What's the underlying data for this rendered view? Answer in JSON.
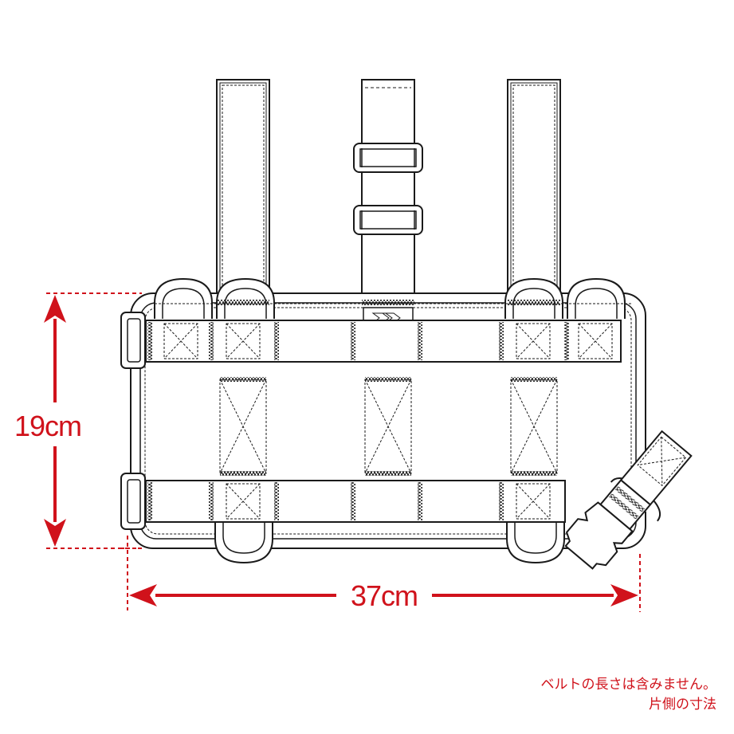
{
  "diagram": {
    "type": "product-dimension-drawing",
    "subject": "leg platform panel with straps, D-rings and side-release buckle",
    "colors": {
      "line": "#1a1a1a",
      "dimension": "#d0121b",
      "background": "#ffffff"
    },
    "dimensions": {
      "height": {
        "label": "19cm",
        "value": 19,
        "unit": "cm"
      },
      "width": {
        "label": "37cm",
        "value": 37,
        "unit": "cm"
      }
    },
    "notes": [
      "ベルトの長さは含みません。",
      "片側の寸法"
    ],
    "components": {
      "top_straps": 3,
      "slider_buckles_on_center_strap": 2,
      "top_d_rings": 4,
      "bottom_d_rings": 2,
      "side_d_ring": 1,
      "side_release_buckle": 1,
      "webbing_rows": 2,
      "box_x_stitch_panels": 3,
      "logo_badge_icon": "double-chevron-icon"
    }
  }
}
